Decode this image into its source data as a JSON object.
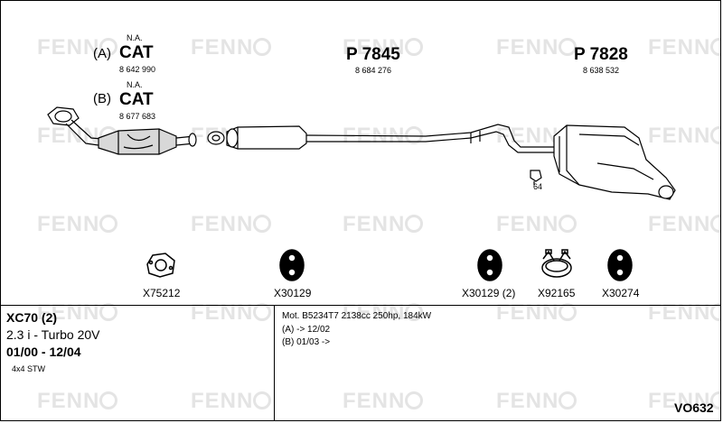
{
  "watermark": "FENNO",
  "variants": {
    "a": {
      "code": "(A)",
      "name": "CAT",
      "engine": "N.A.",
      "number": "8 642 990"
    },
    "b": {
      "code": "(B)",
      "name": "CAT",
      "engine": "N.A.",
      "number": "8 677 683"
    }
  },
  "middle_silencer": {
    "title": "P 7845",
    "number": "8 684 276"
  },
  "rear_silencer": {
    "title": "P 7828",
    "number": "8 638 532"
  },
  "clamp_note": "64",
  "parts": [
    {
      "label": "X75212"
    },
    {
      "label": "X30129"
    },
    {
      "label": "X30129 (2)"
    },
    {
      "label": "X92165"
    },
    {
      "label": "X30274"
    }
  ],
  "vehicle": {
    "model": "XC70 (2)",
    "engine": "2.3 i - Turbo 20V",
    "years": "01/00 - 12/04",
    "drive": "4x4 STW"
  },
  "specs": {
    "motor": "Mot. B5234T7 2138cc 250hp, 184kW",
    "range_a": "(A) -> 12/02",
    "range_b": "(B) 01/03 ->"
  },
  "diagram_code": "VO632",
  "colors": {
    "line": "#000000",
    "watermark": "#e4e4e4",
    "fill": "#d8d8d8"
  }
}
